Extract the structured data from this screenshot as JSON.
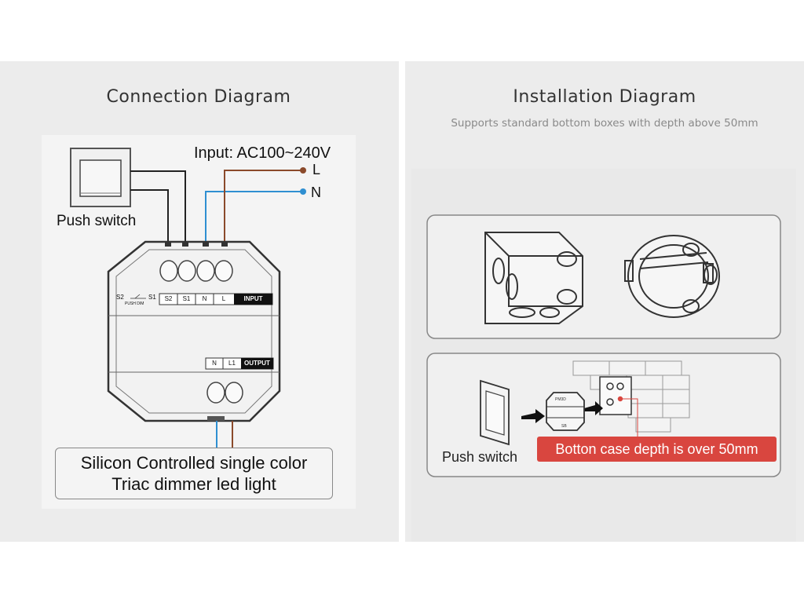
{
  "connection": {
    "title": "Connection Diagram",
    "input_label": "Input: AC100~240V",
    "live": "L",
    "neutral": "N",
    "push_switch": "Push switch",
    "switch_tag_s2": "S2",
    "switch_tag_s1": "S1",
    "push_dim": "PUSH DIM",
    "input_terminals": [
      "S2",
      "S1",
      "N",
      "L"
    ],
    "input_tag": "INPUT",
    "output_terminals": [
      "N",
      "L1"
    ],
    "output_tag": "OUTPUT",
    "light_line1": "Silicon Controlled single color",
    "light_line2": "Triac dimmer led light"
  },
  "installation": {
    "title": "Installation Diagram",
    "subtitle": "Supports standard bottom boxes with depth above 50mm",
    "push_switch": "Push switch",
    "depth_note": "Botton case depth is over 50mm",
    "module_label_top": "PM3D",
    "module_label_bot": "SB"
  },
  "colors": {
    "live_wire": "#8b4a2b",
    "neutral_wire": "#2f8fd1",
    "accent_red": "#d9463f"
  }
}
